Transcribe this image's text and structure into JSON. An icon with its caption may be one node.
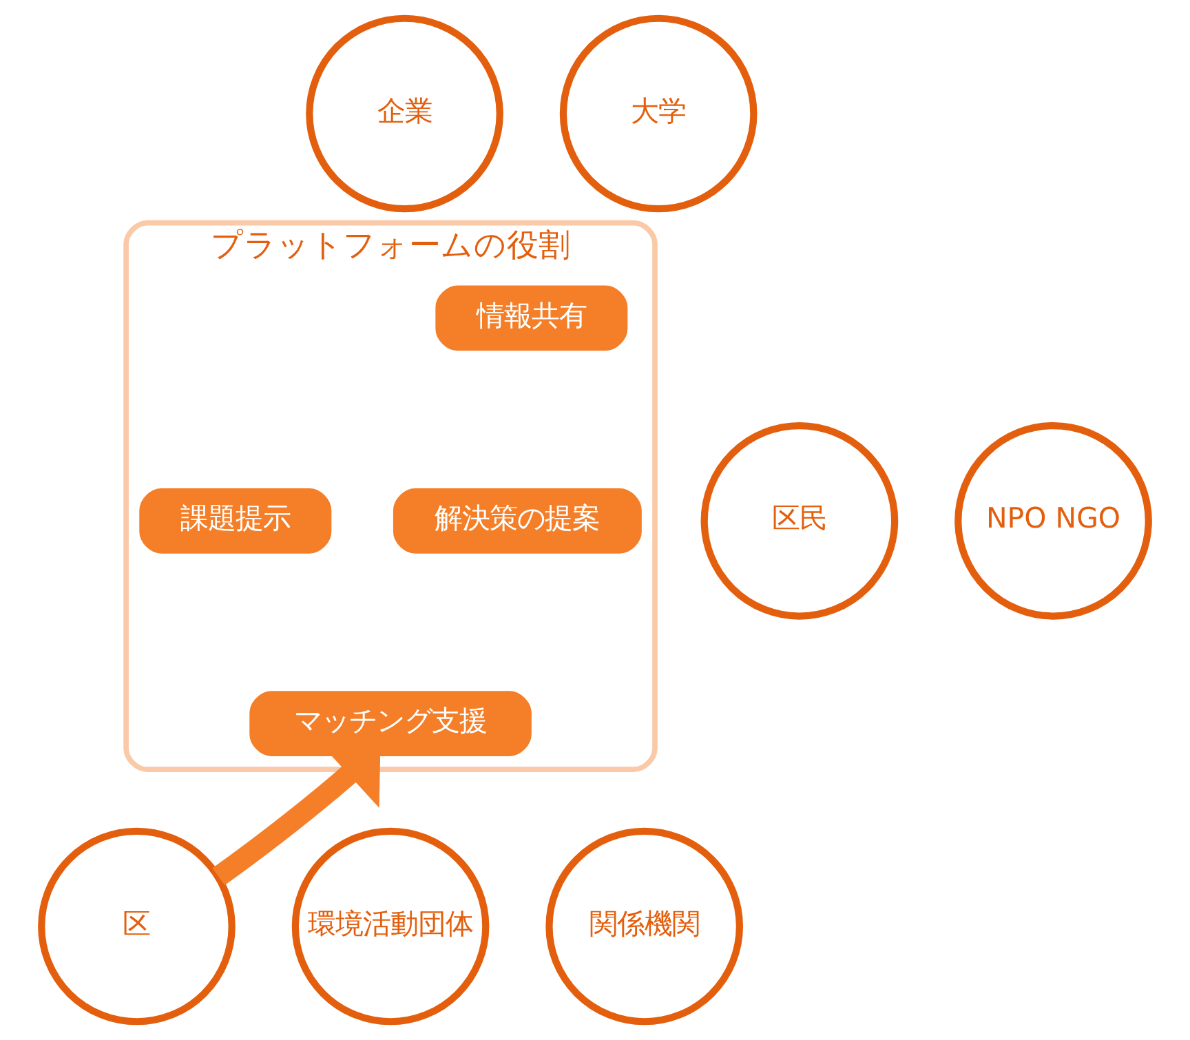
{
  "diagram": {
    "nodes": [
      {
        "text": [
          "企業"
        ]
      },
      {
        "text": [
          "大学"
        ]
      },
      {
        "text": [
          "区民"
        ]
      },
      {
        "text": [
          "NPO NGO"
        ]
      },
      {
        "text": [
          "プラットフォームの役割"
        ]
      },
      {
        "text": [
          "情報共有"
        ],
        "in": 4
      },
      {
        "text": [
          "課題提示"
        ],
        "in": 4
      },
      {
        "text": [
          "解決策の提案"
        ],
        "in": 4
      },
      {
        "text": [
          "マッチング支援"
        ],
        "in": 4
      },
      {
        "text": [
          "環境活動団体"
        ]
      },
      {
        "text": [
          "関係機関"
        ]
      },
      {
        "text": [
          "区"
        ]
      }
    ],
    "edges": [
      {
        "from": 11,
        "to": 8,
        "arrow": "to"
      }
    ]
  }
}
